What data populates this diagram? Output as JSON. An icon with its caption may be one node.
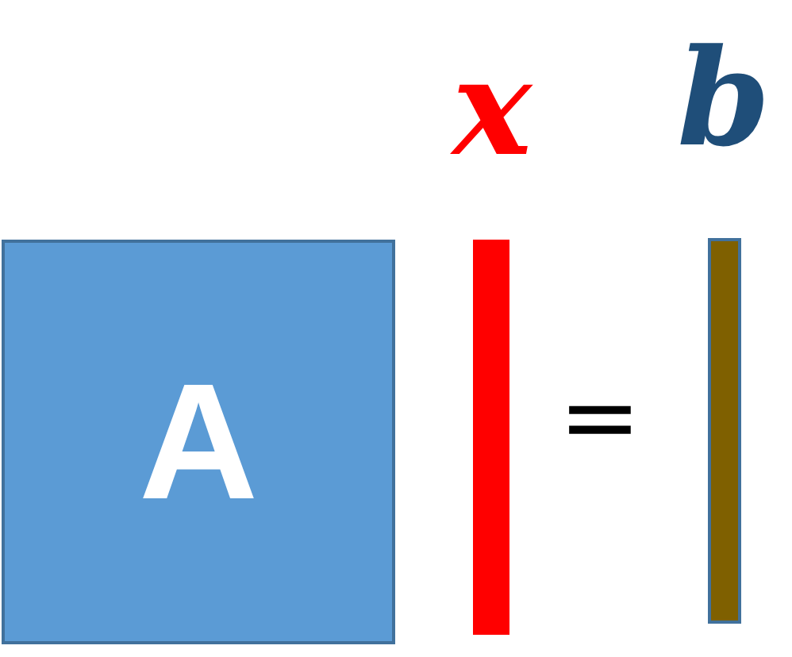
{
  "diagram": {
    "nodes": [
      {
        "text": [
          "A"
        ]
      },
      {
        "text": [
          "x"
        ]
      },
      {
        "text": [
          "b"
        ]
      }
    ],
    "labels": [
      "="
    ]
  }
}
